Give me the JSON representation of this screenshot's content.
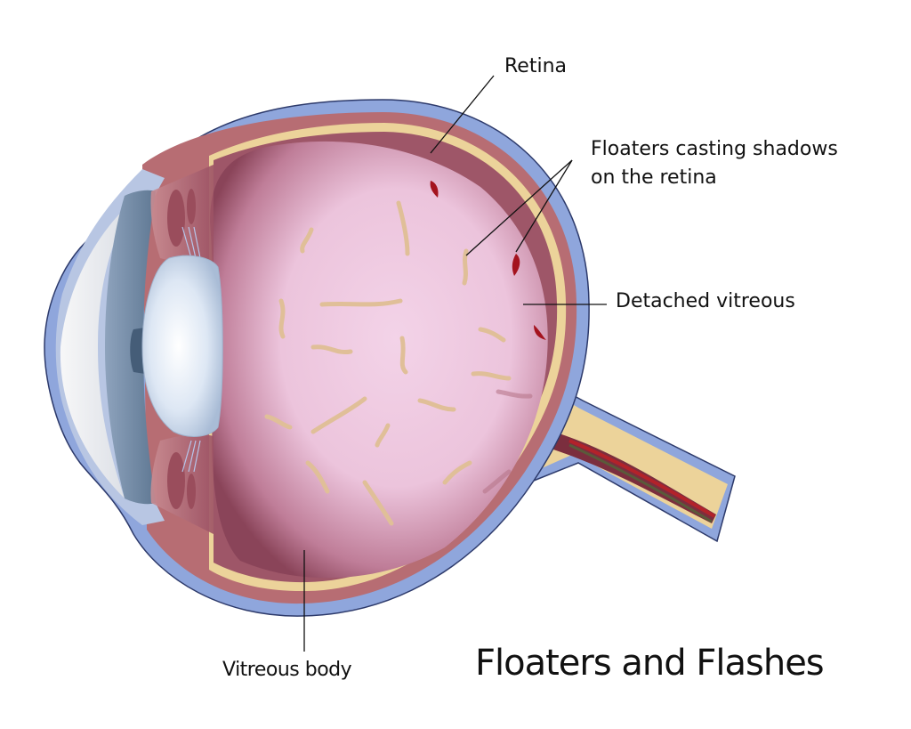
{
  "title": "Floaters and Flashes",
  "labels": {
    "retina": "Retina",
    "floaters_line1": "Floaters casting shadows",
    "floaters_line2": "on the retina",
    "detached_vitreous": "Detached vitreous",
    "vitreous_body": "Vitreous body"
  },
  "colors": {
    "background": "#ffffff",
    "sclera": "#8fa6dc",
    "choroid": "#b76d73",
    "retina": "#ecd39a",
    "vitreous_center": "#f1cde3",
    "vitreous_edge": "#8e4a5e",
    "floater": "#e0bf98",
    "shadow": "#a4131e",
    "lens": "#dbe6f4",
    "iris": "#4f6a88",
    "cornea": "#eef1f7",
    "leader_line": "#111111"
  }
}
